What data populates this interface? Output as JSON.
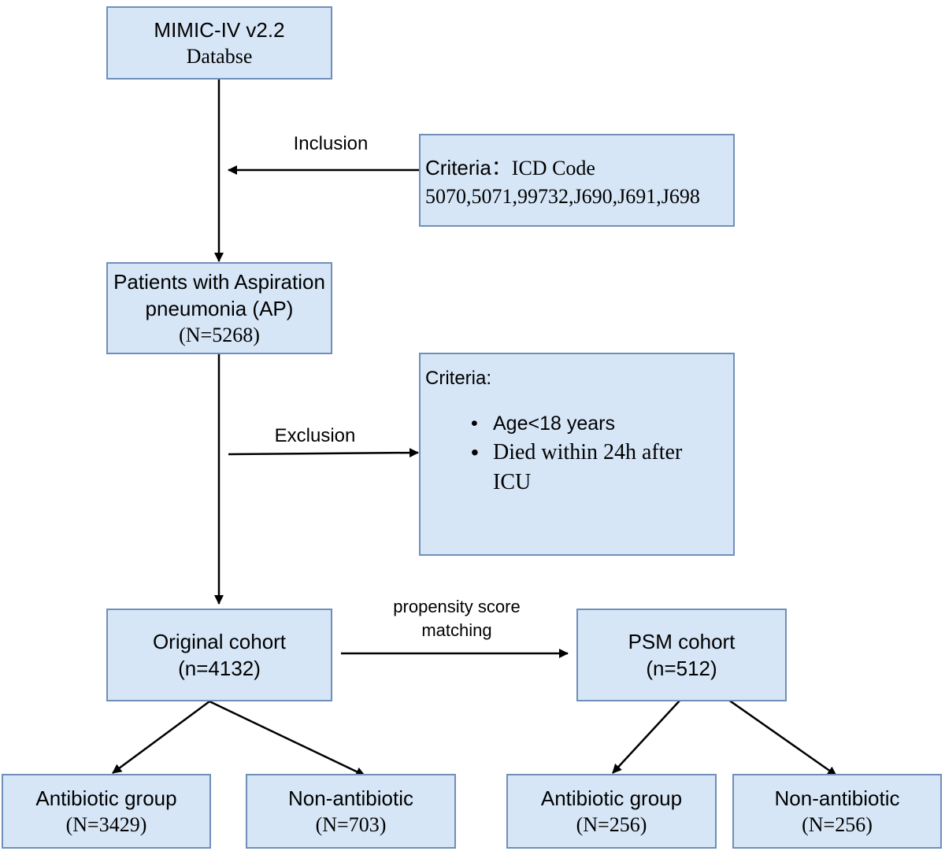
{
  "nodes": {
    "mimic": {
      "line1": "MIMIC-IV v2.2",
      "line2": "Databse"
    },
    "inclusion_criteria": {
      "line1_label": "Criteria：",
      "line1_text": "ICD Code",
      "line2": "5070,5071,99732,J690,J691,J698"
    },
    "ap_patients": {
      "line1": "Patients with Aspiration",
      "line2": "pneumonia (AP)",
      "line3": "(N=5268)"
    },
    "exclusion_criteria": {
      "title": "Criteria:",
      "items": [
        "Age<18 years",
        "Died within 24h after ICU"
      ]
    },
    "original_cohort": {
      "line1": "Original cohort",
      "line2": "(n=4132)"
    },
    "psm_cohort": {
      "line1": "PSM cohort",
      "line2": "(n=512)"
    },
    "orig_antibiotic": {
      "line1": "Antibiotic group",
      "line2": "(N=3429)"
    },
    "orig_non_antibiotic": {
      "line1": "Non-antibiotic",
      "line2": "(N=703)"
    },
    "psm_antibiotic": {
      "line1": "Antibiotic group",
      "line2": "(N=256)"
    },
    "psm_non_antibiotic": {
      "line1": "Non-antibiotic",
      "line2": "(N=256)"
    }
  },
  "edge_labels": {
    "inclusion": "Inclusion",
    "exclusion": "Exclusion",
    "psm_line1": "propensity score",
    "psm_line2": "matching"
  },
  "colors": {
    "box_fill": "#d6e6f7",
    "box_border": "#6f8fb9",
    "arrow": "#000000"
  }
}
